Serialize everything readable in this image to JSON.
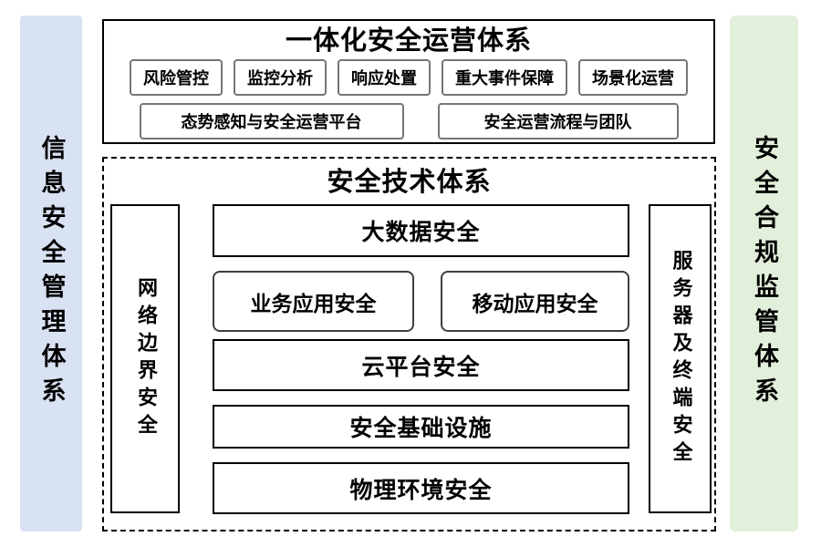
{
  "palette": {
    "left_bar_bg": "#d9e2f3",
    "right_bar_bg": "#e2efda",
    "outer_border": "#000000",
    "chip_border": "#767676",
    "app_border": "#3f3f3f",
    "text": "#000000"
  },
  "left_bar": {
    "label": "信息安全管理体系"
  },
  "right_bar": {
    "label": "安全合规监管体系"
  },
  "operation_system": {
    "title": "一体化安全运营体系",
    "row1": [
      "风险管控",
      "监控分析",
      "响应处置",
      "重大事件保障",
      "场景化运营"
    ],
    "row2": [
      "态势感知与安全运营平台",
      "安全运营流程与团队"
    ]
  },
  "technology_system": {
    "title": "安全技术体系",
    "left_pillar": "网络边界安全",
    "right_pillar": "服务器及终端安全",
    "layers": {
      "big_data": "大数据安全",
      "apps": [
        "业务应用安全",
        "移动应用安全"
      ],
      "cloud": "云平台安全",
      "infrastructure": "安全基础设施",
      "physical": "物理环境安全"
    }
  }
}
